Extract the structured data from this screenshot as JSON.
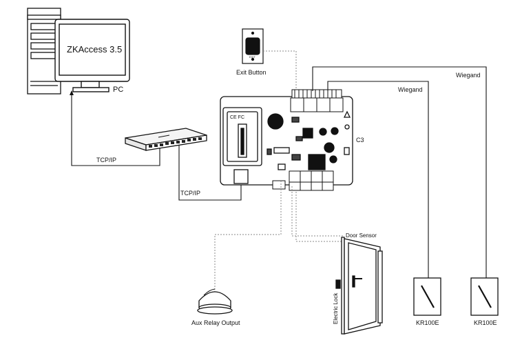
{
  "labels": {
    "software": "ZKAccess 3.5",
    "pc": "PC",
    "exit_button": "Exit Button",
    "exit_small": "EXIT",
    "panel": "C3",
    "tcpip_1": "TCP/IP",
    "tcpip_2": "TCP/IP",
    "wiegand_1": "Wiegand",
    "wiegand_2": "Wiegand",
    "door_sensor": "Door Sensor",
    "electric_lock": "Electric Lock",
    "aux_relay": "Aux Relay Output",
    "reader_1": "KR100E",
    "reader_2": "KR100E",
    "ce_mark": "CE FC"
  },
  "colors": {
    "line": "#111111",
    "dotted": "#8a8a8a",
    "panel_fill": "#ffffff"
  }
}
